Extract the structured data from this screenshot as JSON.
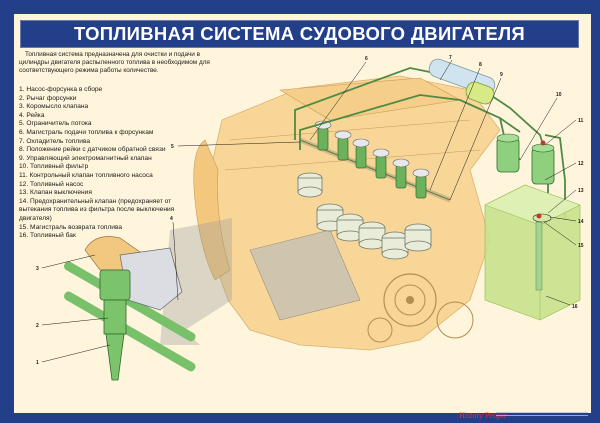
{
  "poster": {
    "title": "ТОПЛИВНАЯ СИСТЕМА СУДОВОГО ДВИГАТЕЛЯ",
    "intro": "Топливная система предназначена для очистки и подачи в цилиндры двигателя распыленного топлива в необходимом для соответствующего режима работы количестве.",
    "legend": [
      "1. Насос-форсунка в сборе",
      "2. Рычаг форсунки",
      "3. Коромысло клапана",
      "4. Рейка",
      "5. Ограничитель потока",
      "6. Магистраль подачи топлива к форсункам",
      "7. Охладитель топлива",
      "8. Положение рейки с датчиком обратной связи",
      "9. Управляющий электромагнитный клапан",
      "10. Топливный фильтр",
      "11. Контрольный клапан топливного насоса",
      "12. Топливный насос",
      "13. Клапан выключения",
      "14. Предохранительный клапан (предохраняет от вытекания топлива из фильтра после выключения двигателя)",
      "15. Магистраль возврата топлива",
      "16. Топливный бак"
    ],
    "callouts": [
      "1",
      "2",
      "3",
      "4",
      "5",
      "6",
      "7",
      "8",
      "9",
      "10",
      "11",
      "12",
      "13",
      "14",
      "15",
      "16"
    ],
    "footer": {
      "brand": "History People"
    },
    "colors": {
      "border": "#233f8a",
      "background": "#fef5dc",
      "engine": "#f8d595",
      "fuel_green": "#79c06a",
      "tank": "#c8e38e",
      "brand_red": "#e0313a"
    }
  }
}
